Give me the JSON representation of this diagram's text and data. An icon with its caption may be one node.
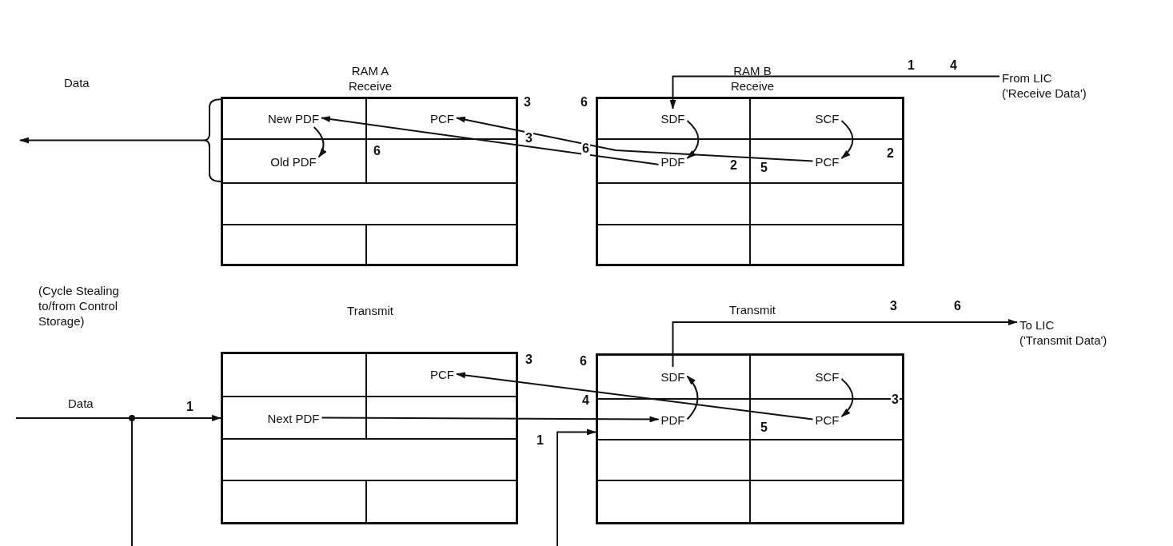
{
  "diagram": {
    "nodes": [
      {
        "text": [
          "RAM A Receive"
        ]
      },
      {
        "text": [
          "New PDF"
        ],
        "in": 0
      },
      {
        "text": [
          "PCF"
        ],
        "in": 0
      },
      {
        "text": [
          "Old PDF"
        ],
        "in": 0
      },
      {
        "text": [
          "RAM B Receive"
        ]
      },
      {
        "text": [
          "SDF"
        ],
        "in": 4
      },
      {
        "text": [
          "SCF"
        ],
        "in": 4
      },
      {
        "text": [
          "PDF"
        ],
        "in": 4
      },
      {
        "text": [
          "PCF"
        ],
        "in": 4
      },
      {
        "text": [
          "From LIC ('Receive Data')"
        ]
      },
      {
        "text": [
          "Transmit"
        ]
      },
      {
        "text": [
          "PCF"
        ],
        "in": 10
      },
      {
        "text": [
          "Next PDF"
        ],
        "in": 10
      },
      {
        "text": [
          "Transmit"
        ]
      },
      {
        "text": [
          "SDF"
        ],
        "in": 13
      },
      {
        "text": [
          "SCF"
        ],
        "in": 13
      },
      {
        "text": [
          "PDF"
        ],
        "in": 13
      },
      {
        "text": [
          "PCF"
        ],
        "in": 13
      },
      {
        "text": [
          "To LIC ('Transmit Data')"
        ]
      }
    ],
    "edges": [
      {
        "from": 0,
        "to": null,
        "arrow": "to",
        "label": "Data"
      },
      {
        "from": 9,
        "to": 5,
        "arrow": "to"
      },
      {
        "from": 5,
        "to": 7,
        "arrow": "to"
      },
      {
        "from": 6,
        "to": 8,
        "arrow": "to"
      },
      {
        "from": 7,
        "to": 1,
        "arrow": "to"
      },
      {
        "from": 8,
        "to": 2,
        "arrow": "to"
      },
      {
        "from": 1,
        "to": 3,
        "arrow": "to"
      },
      {
        "from": null,
        "to": 10,
        "arrow": "to",
        "label": "Data"
      },
      {
        "from": 12,
        "to": 16,
        "arrow": "to"
      },
      {
        "from": null,
        "to": 13,
        "arrow": "to"
      },
      {
        "from": 16,
        "to": 14,
        "arrow": "to"
      },
      {
        "from": 15,
        "to": 17,
        "arrow": "to"
      },
      {
        "from": 17,
        "to": 11,
        "arrow": "to"
      },
      {
        "from": 14,
        "to": 18,
        "arrow": "to"
      }
    ],
    "labels": [
      "1",
      "4",
      "3",
      "6",
      "6",
      "3",
      "6",
      "2",
      "5",
      "2",
      "(Cycle Stealing to/from Control Storage)",
      "3",
      "6",
      "3",
      "6",
      "4",
      "3",
      "1",
      "5",
      "1"
    ]
  }
}
